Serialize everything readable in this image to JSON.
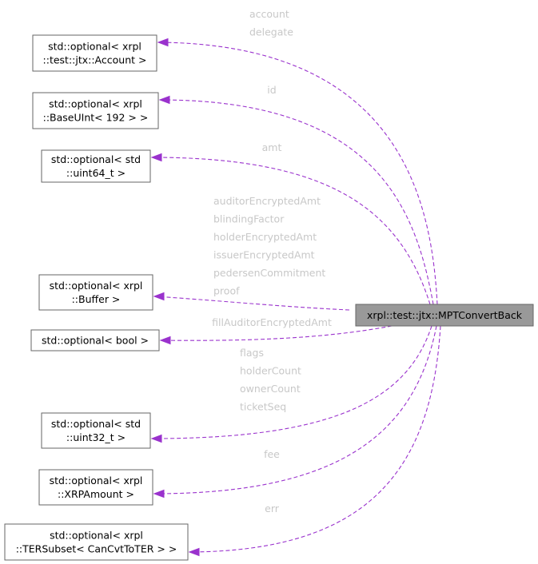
{
  "main_class": "xrpl::test::jtx::MPTConvertBack",
  "colors": {
    "edge": "#9a32cd",
    "label": "#c8c8c8",
    "main_fill": "#999999",
    "border": "#666666"
  },
  "nodes": [
    {
      "id": "n_account",
      "lines": [
        "std::optional< xrpl",
        "::test::jtx::Account >"
      ]
    },
    {
      "id": "n_baseuint",
      "lines": [
        "std::optional< xrpl",
        "::BaseUInt< 192 > >"
      ]
    },
    {
      "id": "n_uint64",
      "lines": [
        "std::optional< std",
        "::uint64_t >"
      ]
    },
    {
      "id": "n_buffer",
      "lines": [
        "std::optional< xrpl",
        "::Buffer >"
      ]
    },
    {
      "id": "n_bool",
      "lines": [
        "std::optional< bool >"
      ]
    },
    {
      "id": "n_uint32",
      "lines": [
        "std::optional< std",
        "::uint32_t >"
      ]
    },
    {
      "id": "n_xrp",
      "lines": [
        "std::optional< xrpl",
        "::XRPAmount >"
      ]
    },
    {
      "id": "n_ter",
      "lines": [
        "std::optional< xrpl",
        "::TERSubset< CanCvtToTER > >"
      ]
    }
  ],
  "edges": [
    {
      "target": "n_account",
      "labels": [
        "account",
        "delegate"
      ]
    },
    {
      "target": "n_baseuint",
      "labels": [
        "id"
      ]
    },
    {
      "target": "n_uint64",
      "labels": [
        "amt"
      ]
    },
    {
      "target": "n_buffer",
      "labels": [
        "auditorEncryptedAmt",
        "blindingFactor",
        "holderEncryptedAmt",
        "issuerEncryptedAmt",
        "pedersenCommitment",
        "proof"
      ]
    },
    {
      "target": "n_bool",
      "labels": [
        "fillAuditorEncryptedAmt"
      ]
    },
    {
      "target": "n_uint32",
      "labels": [
        "flags",
        "holderCount",
        "ownerCount",
        "ticketSeq"
      ]
    },
    {
      "target": "n_xrp",
      "labels": [
        "fee"
      ]
    },
    {
      "target": "n_ter",
      "labels": [
        "err"
      ]
    }
  ]
}
